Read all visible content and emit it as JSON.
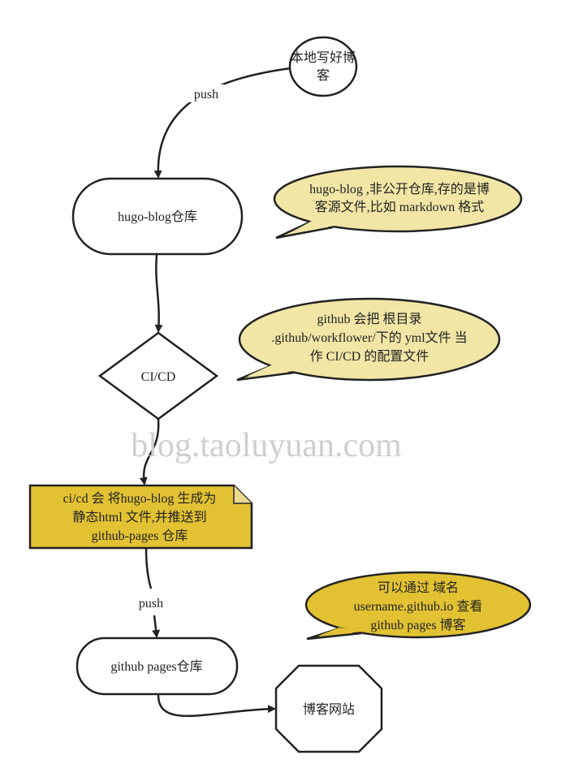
{
  "colors": {
    "callout_pale": "#f1e6a6",
    "callout_gold": "#e2c232",
    "note_gold": "#e2c232",
    "stroke": "#222222",
    "watermark": "#c8c8c8"
  },
  "nodes": {
    "start": {
      "lines": [
        "本地写好博",
        "客"
      ]
    },
    "hugo_repo": {
      "label": "hugo-blog仓库"
    },
    "cicd": {
      "label": "CI/CD"
    },
    "note": {
      "lines": [
        "ci/cd  会 将hugo-blog 生成为",
        "静态html 文件,并推送到",
        "github-pages 仓库"
      ]
    },
    "pages_repo": {
      "label": "github pages仓库"
    },
    "website": {
      "label": "博客网站"
    }
  },
  "edges": {
    "push1": "push",
    "push2": "push"
  },
  "callouts": [
    {
      "lines": [
        "hugo-blog ,非公开仓库,存的是博",
        "客源文件,比如 markdown 格式"
      ]
    },
    {
      "lines": [
        "github 会把 根目录",
        ".github/workflower/下的 yml文件 当",
        "作 CI/CD 的配置文件"
      ]
    },
    {
      "lines": [
        "可以通过 域名",
        "username.github.io 查看",
        "github pages 博客"
      ]
    }
  ],
  "watermark": "blog.taoluyuan.com"
}
